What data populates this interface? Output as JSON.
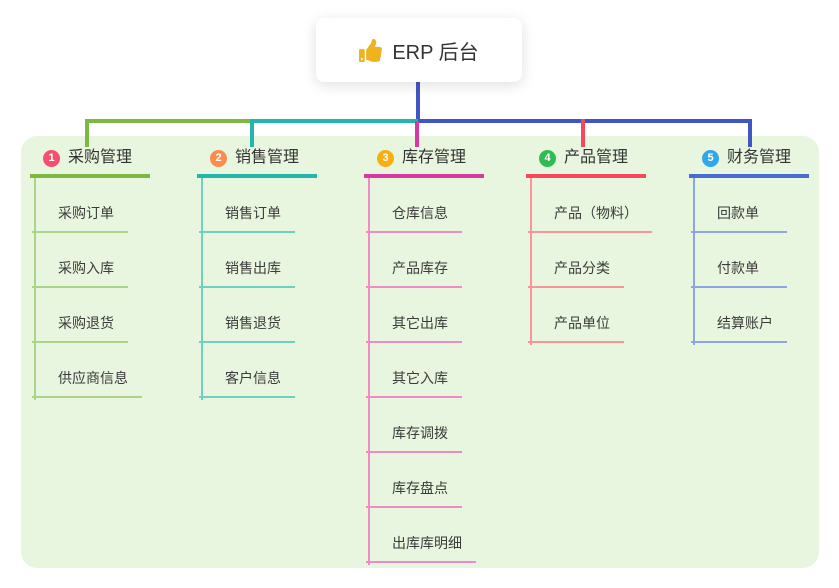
{
  "root": {
    "title": "ERP 后台",
    "icon": "thumbs-up-icon"
  },
  "colors": {
    "root_line": "#4255c4",
    "panel_bg": "#e8f6df",
    "thumb_icon": "#efb31f"
  },
  "branches": [
    {
      "number": "1",
      "label": "采购管理",
      "color": "#7fb841",
      "child_color": "#a9d589",
      "badge_color": "#f2506e",
      "children": [
        "采购订单",
        "采购入库",
        "采购退货",
        "供应商信息"
      ]
    },
    {
      "number": "2",
      "label": "销售管理",
      "color": "#23b6ab",
      "child_color": "#6fcfc3",
      "badge_color": "#fb8c49",
      "children": [
        "销售订单",
        "销售出库",
        "销售退货",
        "客户信息"
      ]
    },
    {
      "number": "3",
      "label": "库存管理",
      "color": "#d63aa2",
      "child_color": "#ef8cc8",
      "badge_color": "#f9ae13",
      "children": [
        "仓库信息",
        "产品库存",
        "其它出库",
        "其它入库",
        "库存调拨",
        "库存盘点",
        "出库库明细"
      ]
    },
    {
      "number": "4",
      "label": "产品管理",
      "color": "#f8475a",
      "child_color": "#f9949b",
      "badge_color": "#2dbd51",
      "children": [
        "产品（物料）",
        "产品分类",
        "产品单位"
      ]
    },
    {
      "number": "5",
      "label": "财务管理",
      "color": "#4a6bd2",
      "child_color": "#8ba6e2",
      "badge_color": "#2fa7e9",
      "children": [
        "回款单",
        "付款单",
        "结算账户"
      ]
    }
  ]
}
